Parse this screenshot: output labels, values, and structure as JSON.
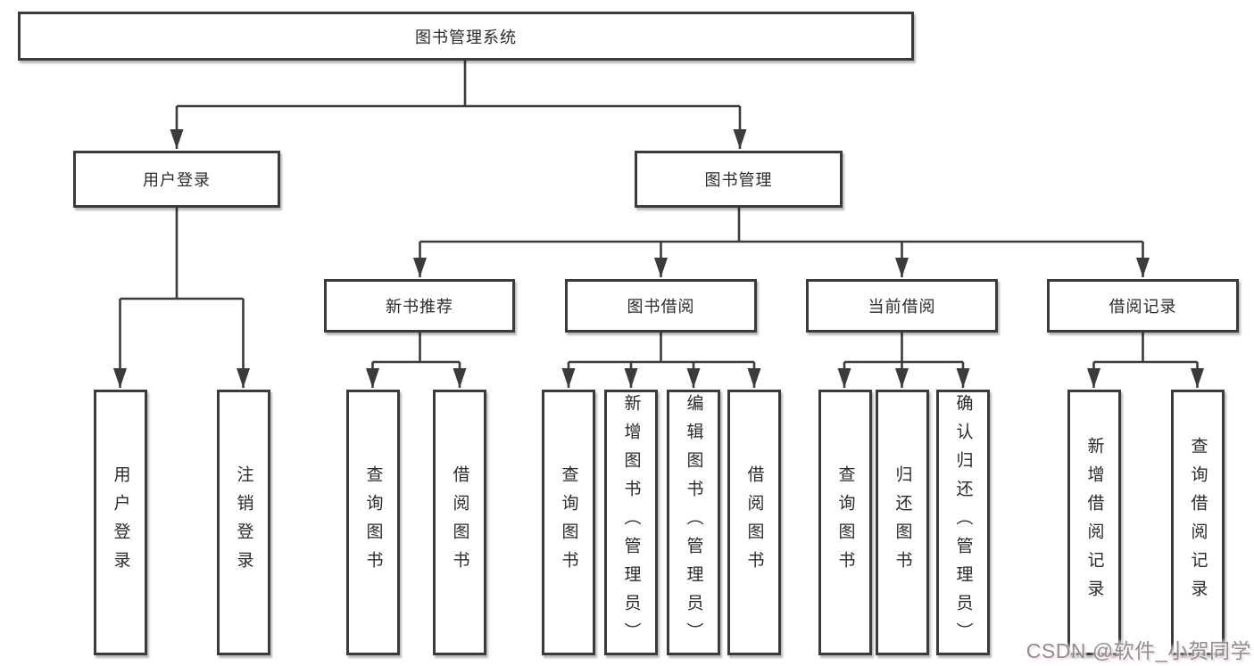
{
  "diagram": {
    "root": {
      "label": "图书管理系统"
    },
    "level2": [
      {
        "id": "user-login",
        "label": "用户登录"
      },
      {
        "id": "book-management",
        "label": "图书管理"
      }
    ],
    "level3": [
      {
        "id": "new-book-recommendation",
        "label": "新书推荐",
        "parent": "图书管理"
      },
      {
        "id": "book-borrowing",
        "label": "图书借阅",
        "parent": "图书管理"
      },
      {
        "id": "current-borrowing",
        "label": "当前借阅",
        "parent": "图书管理"
      },
      {
        "id": "borrowing-records",
        "label": "借阅记录",
        "parent": "图书管理"
      }
    ],
    "leaves": [
      {
        "label": "用户登录",
        "parent": "用户登录"
      },
      {
        "label": "注销登录",
        "parent": "用户登录"
      },
      {
        "label": "查询图书",
        "parent": "新书推荐"
      },
      {
        "label": "借阅图书",
        "parent": "新书推荐"
      },
      {
        "label": "查询图书",
        "parent": "图书借阅"
      },
      {
        "label": "新增图书（管理员）",
        "parent": "图书借阅"
      },
      {
        "label": "编辑图书（管理员）",
        "parent": "图书借阅"
      },
      {
        "label": "借阅图书",
        "parent": "图书借阅"
      },
      {
        "label": "查询图书",
        "parent": "当前借阅"
      },
      {
        "label": "归还图书",
        "parent": "当前借阅"
      },
      {
        "label": "确认归还（管理员）",
        "parent": "当前借阅"
      },
      {
        "label": "新增借阅记录",
        "parent": "借阅记录"
      },
      {
        "label": "查询借阅记录",
        "parent": "借阅记录"
      }
    ],
    "colors": {
      "line": "#3b3b3b",
      "box_border": "#3b3b3b",
      "box_fill": "#ffffff",
      "text": "#2b2b2b",
      "background": "#ffffff",
      "watermark": "#8f8f8f"
    }
  },
  "watermark": {
    "text": "CSDN @软件_小贺同学"
  }
}
